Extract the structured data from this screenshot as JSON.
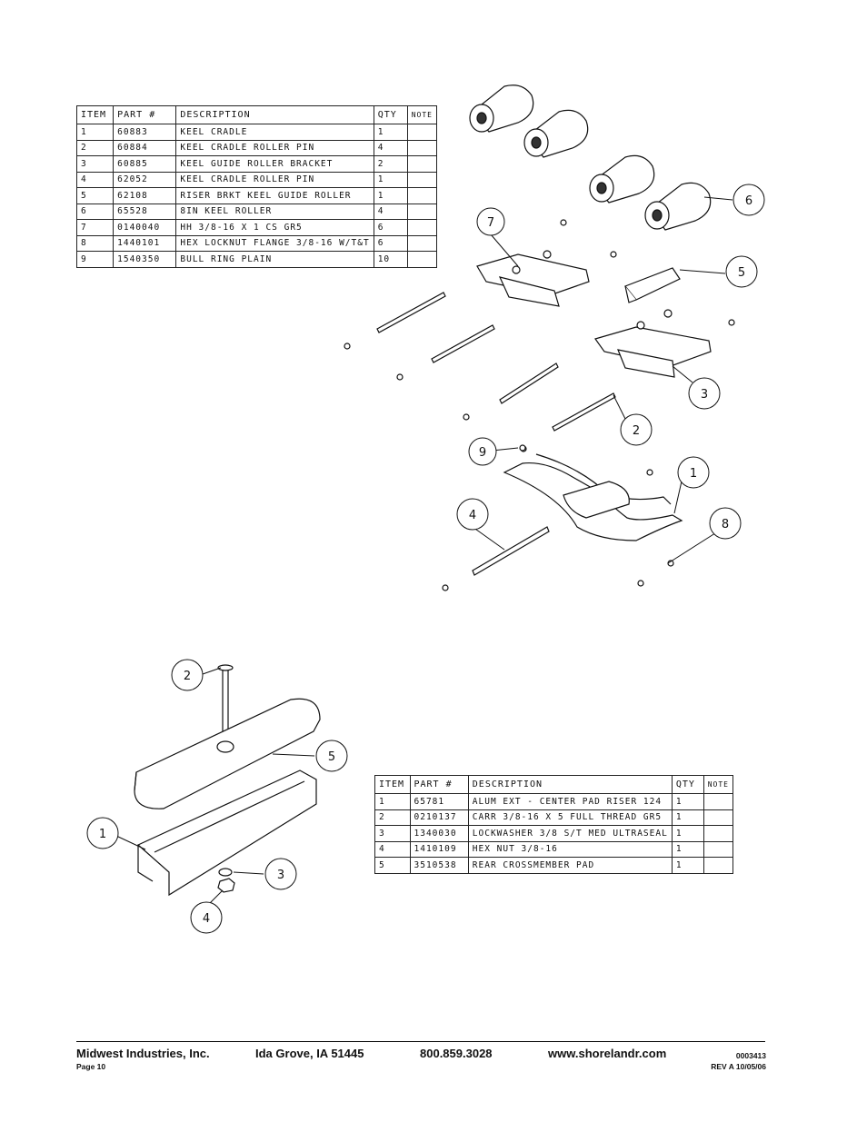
{
  "table1": {
    "headers": [
      "ITEM",
      "PART #",
      "DESCRIPTION",
      "QTY",
      "NOTE"
    ],
    "rows": [
      [
        "1",
        "60883",
        "KEEL CRADLE",
        "1",
        ""
      ],
      [
        "2",
        "60884",
        "KEEL CRADLE ROLLER PIN",
        "4",
        ""
      ],
      [
        "3",
        "60885",
        "KEEL GUIDE ROLLER BRACKET",
        "2",
        ""
      ],
      [
        "4",
        "62052",
        "KEEL CRADLE ROLLER PIN",
        "1",
        ""
      ],
      [
        "5",
        "62108",
        "RISER BRKT KEEL GUIDE ROLLER",
        "1",
        ""
      ],
      [
        "6",
        "65528",
        "8IN KEEL ROLLER",
        "4",
        ""
      ],
      [
        "7",
        "0140040",
        "HH 3/8-16 X 1 CS GR5",
        "6",
        ""
      ],
      [
        "8",
        "1440101",
        "HEX LOCKNUT FLANGE 3/8-16 W/T&T",
        "6",
        ""
      ],
      [
        "9",
        "1540350",
        "BULL RING PLAIN",
        "10",
        ""
      ]
    ]
  },
  "table2": {
    "headers": [
      "ITEM",
      "PART #",
      "DESCRIPTION",
      "QTY",
      "NOTE"
    ],
    "rows": [
      [
        "1",
        "65781",
        "ALUM EXT - CENTER PAD RISER 124",
        "1",
        ""
      ],
      [
        "2",
        "0210137",
        "CARR 3/8-16 X 5 FULL THREAD GR5",
        "1",
        ""
      ],
      [
        "3",
        "1340030",
        "LOCKWASHER 3/8 S/T MED ULTRASEAL",
        "1",
        ""
      ],
      [
        "4",
        "1410109",
        "HEX NUT 3/8-16",
        "1",
        ""
      ],
      [
        "5",
        "3510538",
        "REAR CROSSMEMBER PAD",
        "1",
        ""
      ]
    ]
  },
  "diagram_top": {
    "callouts": [
      "7",
      "6",
      "5",
      "3",
      "2",
      "9",
      "1",
      "4",
      "8"
    ]
  },
  "diagram_bottom": {
    "callouts": [
      "2",
      "5",
      "1",
      "3",
      "4"
    ]
  },
  "footer": {
    "company": "Midwest Industries, Inc.",
    "location": "Ida Grove, IA  51445",
    "phone": "800.859.3028",
    "website": "www.shorelandr.com",
    "page": "Page 10",
    "doc_number": "0003413",
    "revision": "REV A  10/05/06"
  }
}
